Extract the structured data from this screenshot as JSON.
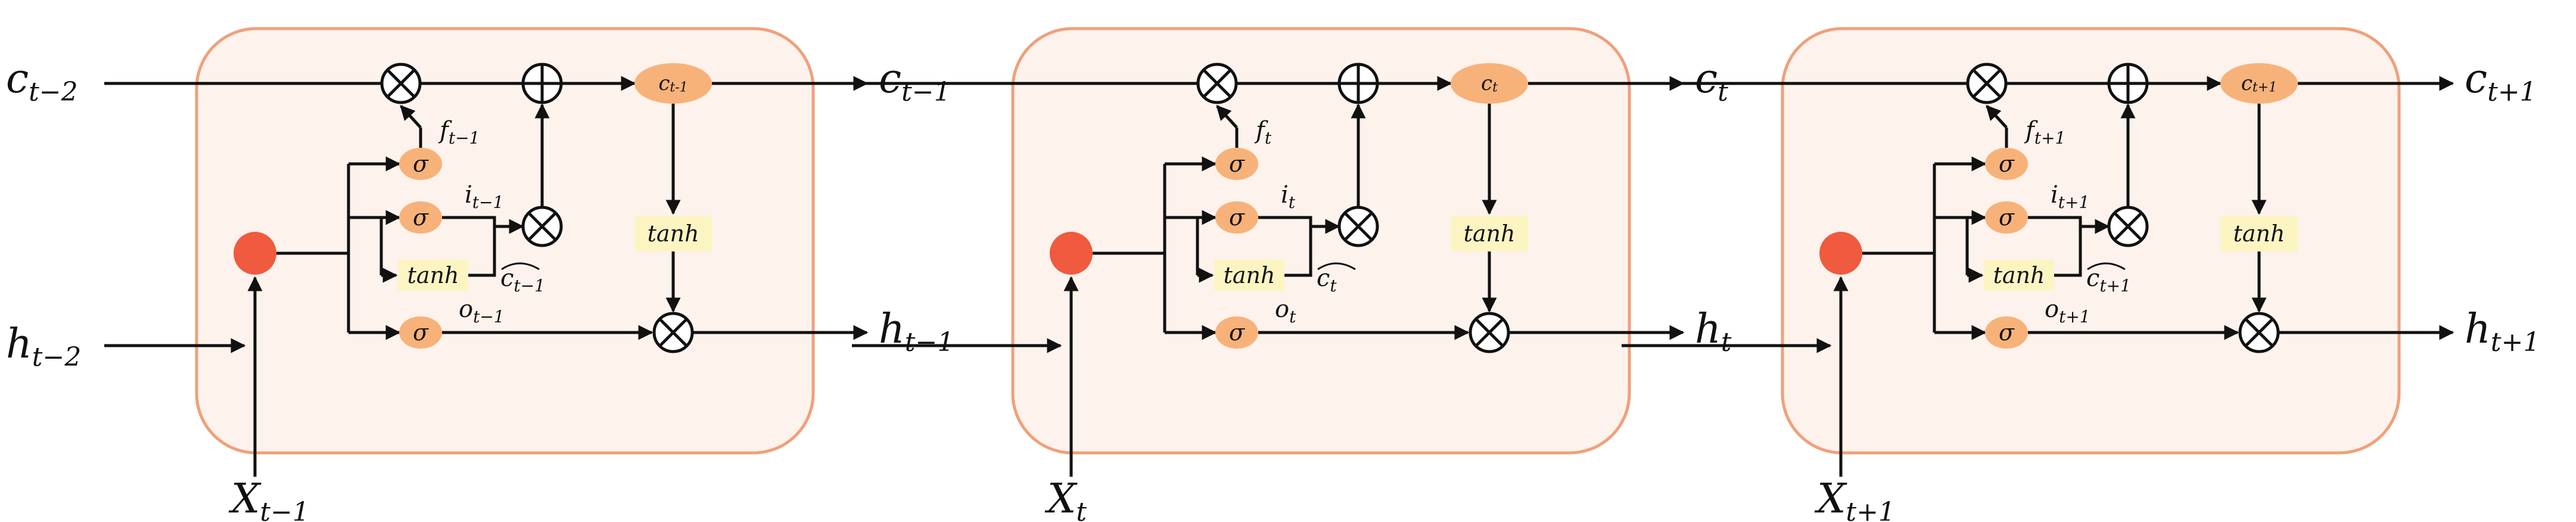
{
  "figure": {
    "colors": {
      "cell_fill": "#fdf2ec",
      "cell_border": "#f0a07a",
      "gate_fill": "#f7b27a",
      "input_node": "#f05a3e",
      "tanh_fill": "#fcf5c2",
      "line": "#111111"
    },
    "cells": [
      {
        "c_in": {
          "base": "c",
          "sub": "t−2"
        },
        "h_in": {
          "base": "h",
          "sub": "t−2"
        },
        "x_in": {
          "base": "X",
          "sub": "t−1"
        },
        "c_out": {
          "base": "c",
          "sub": "t−1"
        },
        "h_out": {
          "base": "h",
          "sub": "t−1"
        },
        "state": {
          "base": "c",
          "sub": "t-1"
        },
        "f_label": {
          "base": "f",
          "sub": "t−1"
        },
        "i_label": {
          "base": "i",
          "sub": "t−1"
        },
        "o_label": {
          "base": "o",
          "sub": "t−1"
        },
        "chat_label": {
          "base": "c",
          "sub": "t−1"
        }
      },
      {
        "c_in": null,
        "h_in": null,
        "x_in": {
          "base": "X",
          "sub": "t"
        },
        "c_out": {
          "base": "c",
          "sub": "t"
        },
        "h_out": {
          "base": "h",
          "sub": "t"
        },
        "state": {
          "base": "c",
          "sub": "t"
        },
        "f_label": {
          "base": "f",
          "sub": "t"
        },
        "i_label": {
          "base": "i",
          "sub": "t"
        },
        "o_label": {
          "base": "o",
          "sub": "t"
        },
        "chat_label": {
          "base": "c",
          "sub": "t"
        }
      },
      {
        "c_in": null,
        "h_in": null,
        "x_in": {
          "base": "X",
          "sub": "t+1"
        },
        "c_out": {
          "base": "c",
          "sub": "t+1"
        },
        "h_out": {
          "base": "h",
          "sub": "t+1"
        },
        "state": {
          "base": "c",
          "sub": "t+1"
        },
        "f_label": {
          "base": "f",
          "sub": "t+1"
        },
        "i_label": {
          "base": "i",
          "sub": "t+1"
        },
        "o_label": {
          "base": "o",
          "sub": "t+1"
        },
        "chat_label": {
          "base": "c",
          "sub": "t+1"
        }
      }
    ],
    "gate_symbol": "σ",
    "tanh_label": "tanh"
  }
}
